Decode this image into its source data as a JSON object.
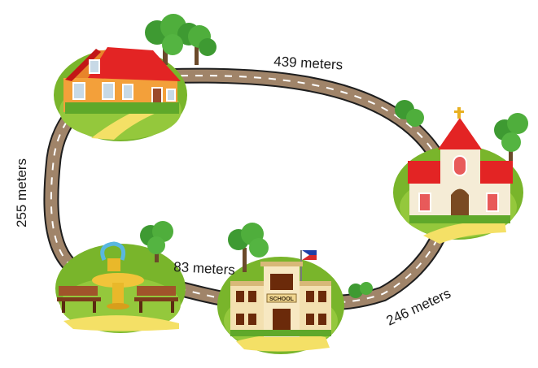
{
  "diagram": {
    "distances": {
      "house_to_church": "439 meters",
      "house_to_park": "255 meters",
      "park_to_school": "83 meters",
      "school_to_church": "246 meters"
    },
    "school_sign": "SCHOOL"
  }
}
